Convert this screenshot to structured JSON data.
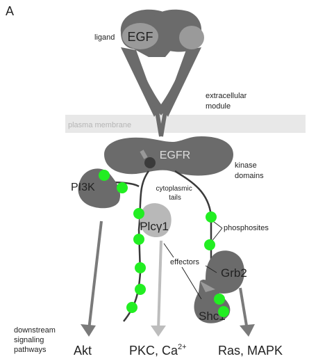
{
  "panel_label": "A",
  "labels": {
    "ligand": "ligand",
    "egf": "EGF",
    "extracellular_line1": "extracellular",
    "extracellular_line2": "module",
    "plasma_membrane": "plasma membrane",
    "egfr": "EGFR",
    "kinase_line1": "kinase",
    "kinase_line2": "domains",
    "pi3k": "PI3K",
    "cyto_line1": "cytoplasmic",
    "cyto_line2": "tails",
    "phosphosites": "phosphosites",
    "plcg1": "Plcγ1",
    "effectors": "effectors",
    "grb2": "Grb2",
    "shc1": "Shc1",
    "downstream_line1": "downstream",
    "downstream_line2": "signaling",
    "downstream_line3": "pathways"
  },
  "outputs": {
    "akt": "Akt",
    "pkc": "PKC, Ca",
    "pkc_sup": "2+",
    "ras": "Ras, MAPK"
  },
  "colors": {
    "receptor": "#6b6b6b",
    "receptor_dark": "#555555",
    "adaptor_light": "#9a9a9a",
    "plcg_light": "#b8b8b8",
    "phospho": "#22ee22",
    "membrane": "#e8e8e8",
    "arrow_dark": "#7a7a7a",
    "arrow_light": "#bdbdbd"
  }
}
